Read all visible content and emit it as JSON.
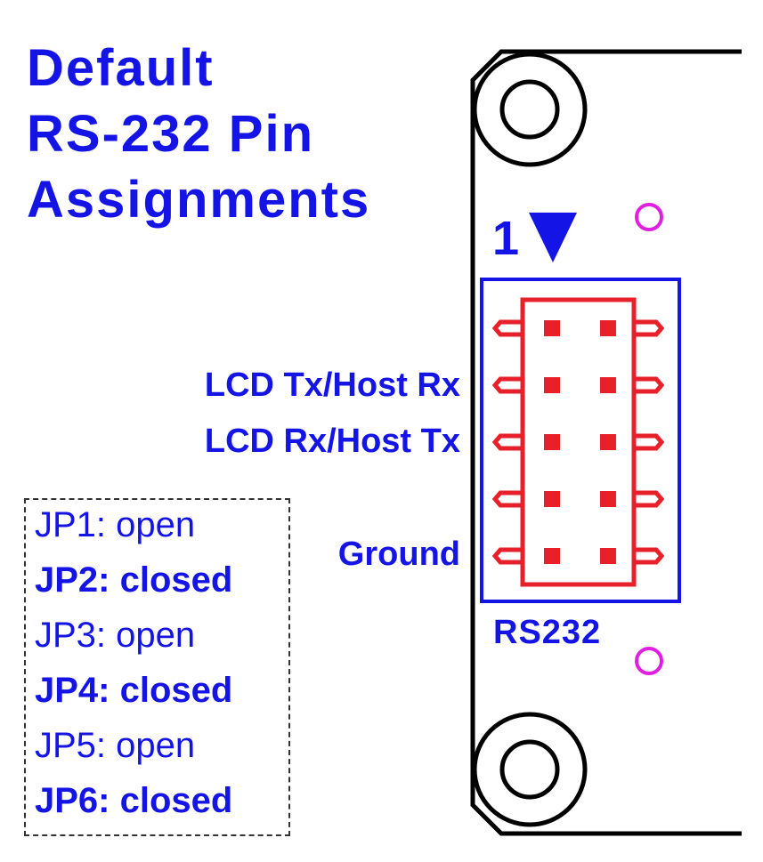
{
  "title": {
    "line1": "Default",
    "line2": "RS-232 Pin",
    "line3": "Assignments"
  },
  "header": {
    "pin1_label": "1",
    "connector_name": "RS232"
  },
  "pin_labels": [
    {
      "text": "LCD Tx/Host Rx"
    },
    {
      "text": "LCD Rx/Host Tx"
    },
    {
      "text": "Ground"
    }
  ],
  "jumpers": [
    {
      "text": "JP1: open",
      "state": "open"
    },
    {
      "text": "JP2: closed",
      "state": "closed"
    },
    {
      "text": "JP3: open",
      "state": "open"
    },
    {
      "text": "JP4: closed",
      "state": "closed"
    },
    {
      "text": "JP5: open",
      "state": "open"
    },
    {
      "text": "JP6: closed",
      "state": "closed"
    }
  ],
  "colors": {
    "text_blue": "#1414e6",
    "pin_red": "#e8202a",
    "via_magenta": "#e020e0",
    "outline_black": "#000000"
  },
  "connector": {
    "rows": 5,
    "columns": 2
  }
}
